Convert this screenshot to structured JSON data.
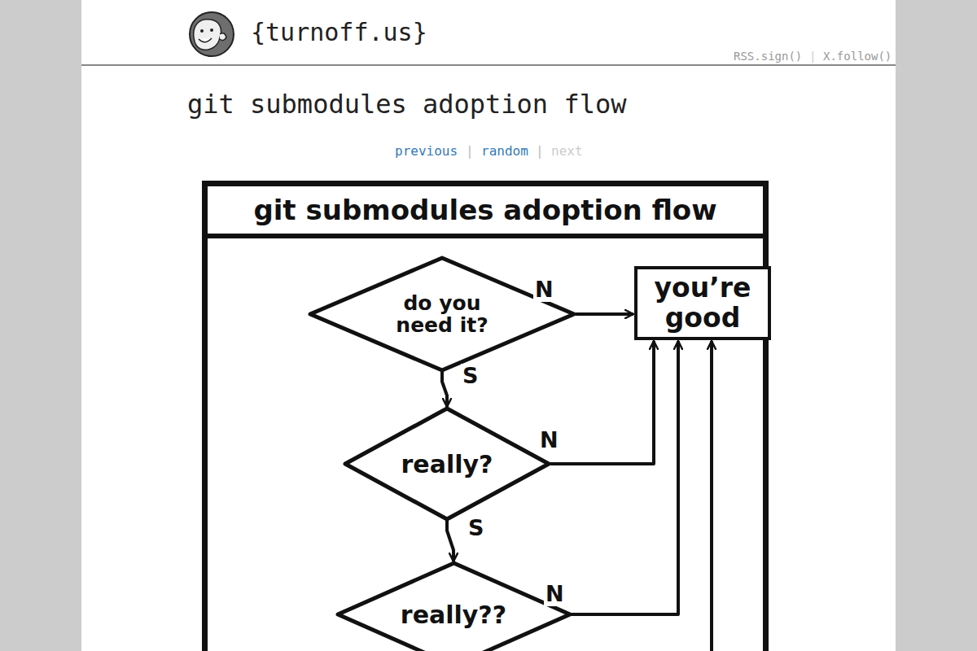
{
  "diagram": {
    "title": "git submodules adoption flow",
    "nodes": [
      {
        "text": [
          "git submodules adoption flow"
        ]
      },
      {
        "text": [
          "do you need it?"
        ],
        "in": 0
      },
      {
        "text": [
          "you’re good"
        ],
        "in": 0
      },
      {
        "text": [
          "really?"
        ],
        "in": 0
      },
      {
        "text": [
          "really??"
        ],
        "in": 0
      }
    ],
    "edges": [
      {
        "from": 1,
        "to": 2,
        "label": "N",
        "arrow": "to"
      },
      {
        "from": 1,
        "to": 3,
        "label": "S",
        "arrow": "to"
      },
      {
        "from": 3,
        "to": 2,
        "label": "N",
        "arrow": "to"
      },
      {
        "from": 3,
        "to": 4,
        "label": "S",
        "arrow": "to"
      },
      {
        "from": 4,
        "to": 2,
        "label": "N",
        "arrow": "to"
      }
    ],
    "labels": [
      "{turnoff.us}",
      "RSS.sign()",
      "|",
      "X.follow()",
      "previous",
      "|",
      "random",
      "|",
      "next"
    ]
  }
}
